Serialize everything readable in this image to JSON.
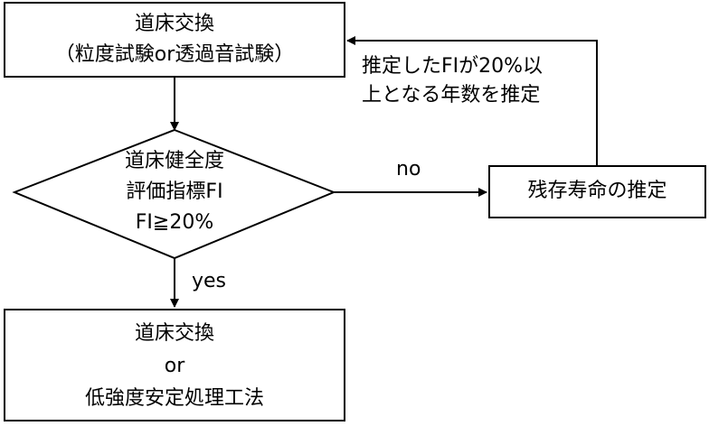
{
  "nodes": {
    "top_box": {
      "line1": "道床交換",
      "line2": "（粒度試験or透過音試験）"
    },
    "decision": {
      "line1": "道床健全度",
      "line2": "評価指標FI",
      "line3": "FI≧20%"
    },
    "life_box": {
      "label": "残存寿命の推定"
    },
    "bottom_box": {
      "line1": "道床交換",
      "line2": "or",
      "line3": "低強度安定処理工法"
    }
  },
  "edges": {
    "no_label": "no",
    "yes_label": "yes",
    "feedback_line1": "推定したFIが20%以",
    "feedback_line2": "上となる年数を推定"
  }
}
